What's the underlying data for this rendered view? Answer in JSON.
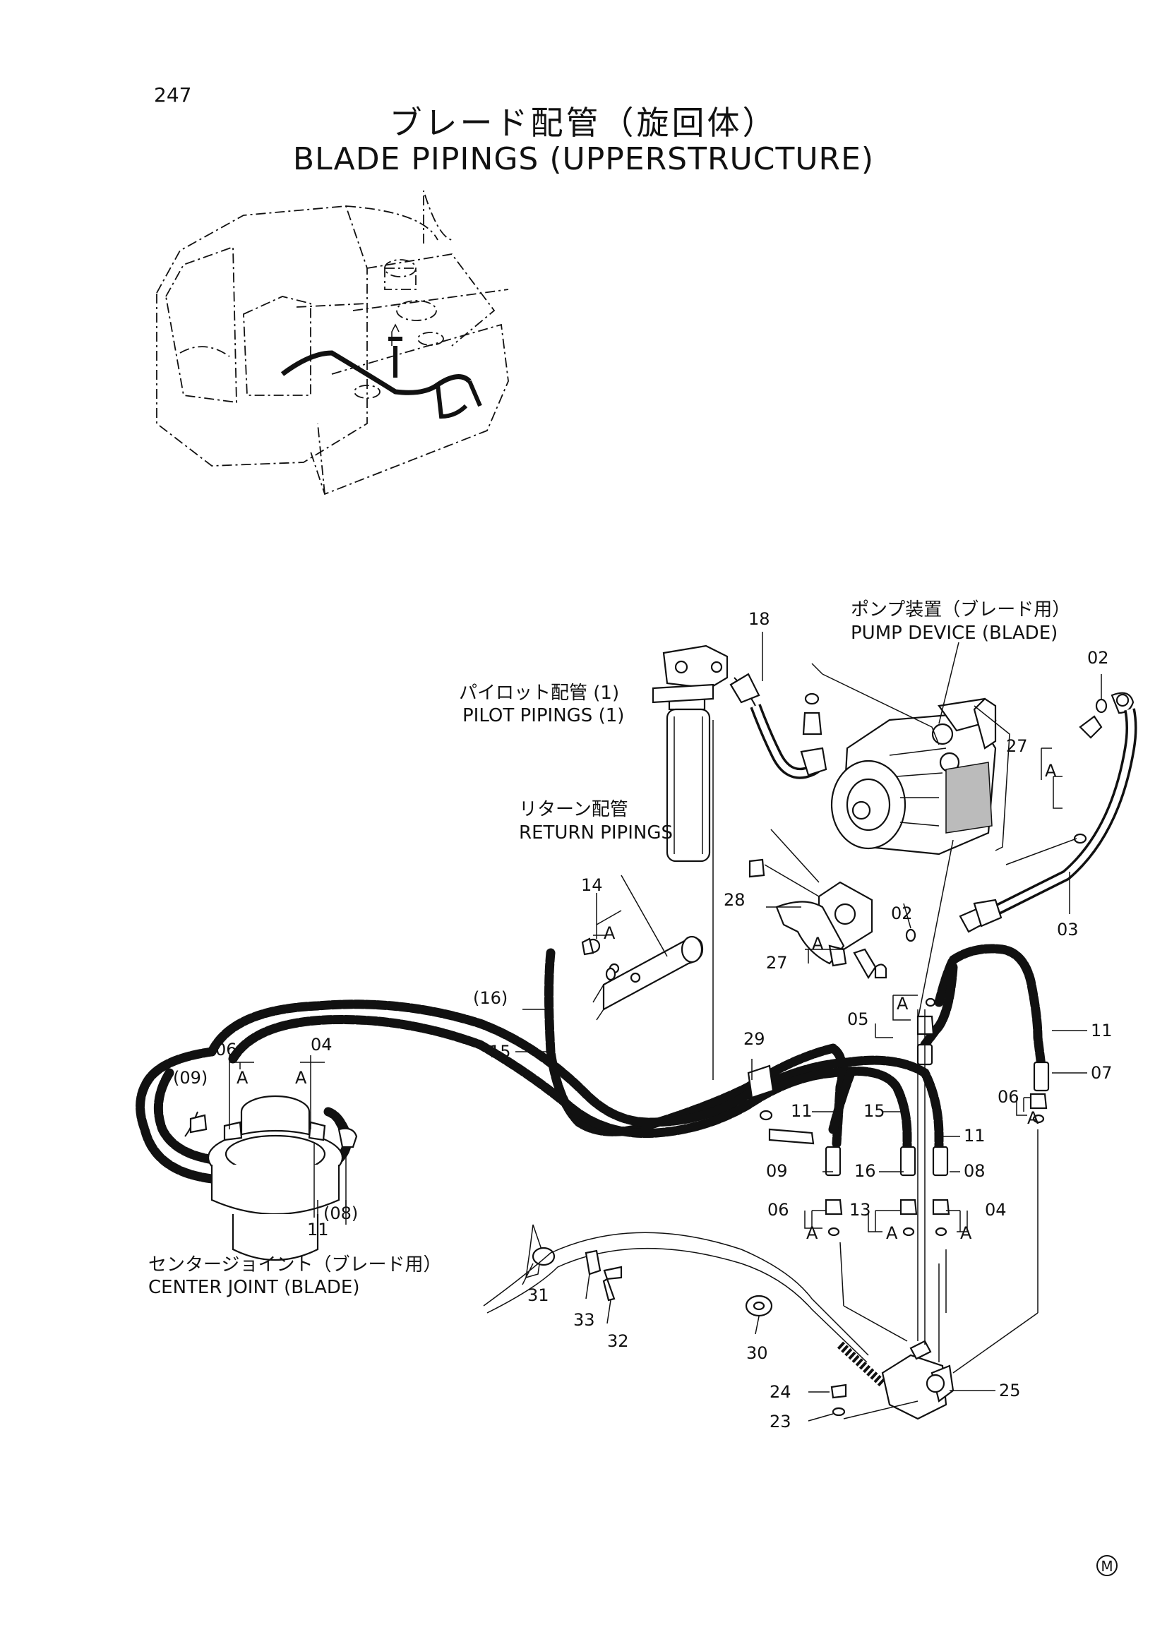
{
  "page": {
    "number": "247",
    "title_jp": "ブレード配管（旋回体）",
    "title_en": "BLADE PIPINGS (UPPERSTRUCTURE)",
    "mark": "M"
  },
  "assemblies": {
    "pump_device_jp": "ポンプ装置（ブレード用）",
    "pump_device_en": "PUMP DEVICE (BLADE)",
    "pilot_pipings_jp": "パイロット配管 (1)",
    "pilot_pipings_en": "PILOT PIPINGS (1)",
    "return_pipings_jp": "リターン配管",
    "return_pipings_en": "RETURN PIPINGS",
    "center_joint_jp": "センタージョイント（ブレード用）",
    "center_joint_en": "CENTER JOINT (BLADE)"
  },
  "callouts": {
    "c18": "18",
    "c02a": "02",
    "c27a": "27",
    "c_a_27a": "A",
    "c14": "14",
    "c_a_14": "A",
    "c28": "28",
    "c02b": "02",
    "c27b": "27",
    "c_a_27b": "A",
    "c03": "03",
    "c16p": "(16)",
    "c15a": "15",
    "c05": "05",
    "c_a_05": "A",
    "c11a": "11",
    "c07": "07",
    "c29": "29",
    "c06a": "06",
    "c04a": "04",
    "c09p": "(09)",
    "c_a_06a": "A",
    "c_a_04a": "A",
    "c11b": "11",
    "c15b": "15",
    "c11c": "11",
    "c06b": "06",
    "c_a_06b": "A",
    "c09": "09",
    "c16": "16",
    "c08": "08",
    "c06c": "06",
    "c_a_06c": "A",
    "c13": "13",
    "c_a_13": "A",
    "c04b": "04",
    "c_a_04b": "A",
    "c08p": "(08)",
    "c11d": "11",
    "c31": "31",
    "c33": "33",
    "c32": "32",
    "c30": "30",
    "c24": "24",
    "c25": "25",
    "c23": "23"
  }
}
